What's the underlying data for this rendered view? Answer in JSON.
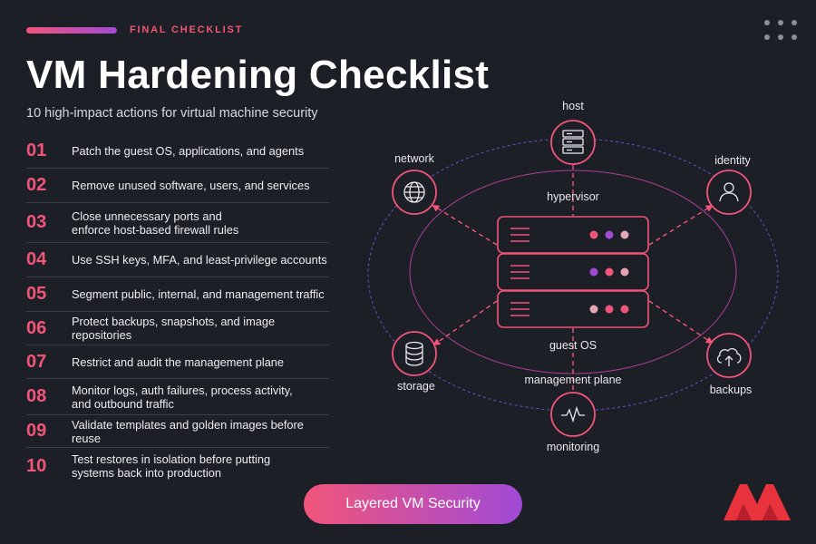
{
  "header": {
    "eyebrow": "FINAL CHECKLIST",
    "title": "VM Hardening Checklist",
    "subtitle": "10 high-impact actions for virtual machine security"
  },
  "checklist": [
    {
      "num": "01",
      "text": "Patch the guest OS, applications, and agents"
    },
    {
      "num": "02",
      "text": "Remove unused software, users, and services"
    },
    {
      "num": "03",
      "text": "Close unnecessary ports and\nenforce host-based firewall rules"
    },
    {
      "num": "04",
      "text": "Use SSH keys, MFA, and least-privilege accounts"
    },
    {
      "num": "05",
      "text": "Segment public, internal, and management traffic"
    },
    {
      "num": "06",
      "text": "Protect backups, snapshots, and image repositories"
    },
    {
      "num": "07",
      "text": "Restrict and audit the management plane"
    },
    {
      "num": "08",
      "text": "Monitor logs, auth failures, process activity,\nand outbound traffic"
    },
    {
      "num": "09",
      "text": "Validate templates and golden images before reuse"
    },
    {
      "num": "10",
      "text": "Test restores in isolation before putting\nsystems back into production"
    }
  ],
  "diagram": {
    "nodes": {
      "host": "host",
      "network": "network",
      "identity": "identity",
      "storage": "storage",
      "backups": "backups",
      "monitoring": "monitoring"
    },
    "layers": {
      "hypervisor": "hypervisor",
      "guest_os": "guest OS",
      "management_plane": "management plane"
    },
    "server_indicator_colors": [
      [
        "#f2557a",
        "#a04ad6",
        "#e3a4b6"
      ],
      [
        "#a04ad6",
        "#f2557a",
        "#e3a4b6"
      ],
      [
        "#e3a4b6",
        "#f2557a",
        "#f2557a"
      ]
    ],
    "icons": {
      "host": "server-rack-icon",
      "network": "globe-icon",
      "identity": "user-icon",
      "storage": "database-icon",
      "backups": "cloud-upload-icon",
      "monitoring": "pulse-icon"
    }
  },
  "badge": {
    "label": "Layered VM Security"
  },
  "colors": {
    "background": "#1d1f26",
    "accent_pink": "#f2557a",
    "accent_purple": "#a04ad6",
    "logo_red": "#e8323c"
  }
}
